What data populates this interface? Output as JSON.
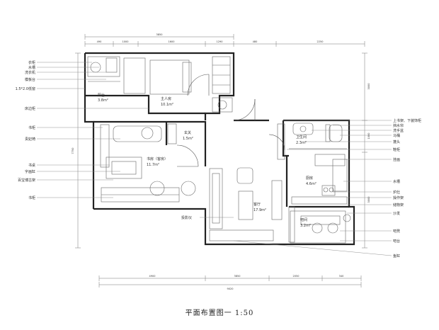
{
  "title": "平面布置图一   1:50",
  "rooms": {
    "balcony": {
      "name": "阳台",
      "area": "3.8m²"
    },
    "master": {
      "name": "主人房",
      "area": "10.1m²"
    },
    "entrance": {
      "name": "玄关",
      "area": "1.5m²"
    },
    "study": {
      "name": "书房（客房）",
      "area": "11.7m²"
    },
    "bath": {
      "name": "卫生间",
      "area": "2.3m²"
    },
    "kitchen": {
      "name": "厨房",
      "area": "4.6m²"
    },
    "living": {
      "name": "客厅",
      "area": "17.9m²"
    },
    "dining": {
      "name": "吧间",
      "area": "3.2m²"
    }
  },
  "left_notes": [
    "衣柜",
    "水槽",
    "洗衣机",
    "模板台",
    "1.5*2.0低窗",
    "床边柜",
    "书柜",
    "贵妃椅",
    "书桌",
    "字画缸",
    "百宝博古架",
    "书柜"
  ],
  "right_notes": [
    "上书架、下装饰柜",
    "挡水帘",
    "洗手盆",
    "马桶",
    "蓬头",
    "鞋柜",
    "挂画",
    "水槽",
    "炉灶",
    "操作架",
    "储物架",
    "沙发",
    "吧凳",
    "吧台",
    "鱼缸"
  ],
  "center_note": "投影仪",
  "dims": {
    "top_total": "3850",
    "top_segments": [
      "490",
      "1000",
      "1600",
      "1290",
      "480",
      "2250"
    ],
    "bottom_total": "9020",
    "bottom_segments": [
      "4900",
      "3850",
      "2050",
      "340"
    ],
    "left_total": "7750",
    "right_segments": [
      "3000",
      "1000",
      "3000"
    ]
  }
}
